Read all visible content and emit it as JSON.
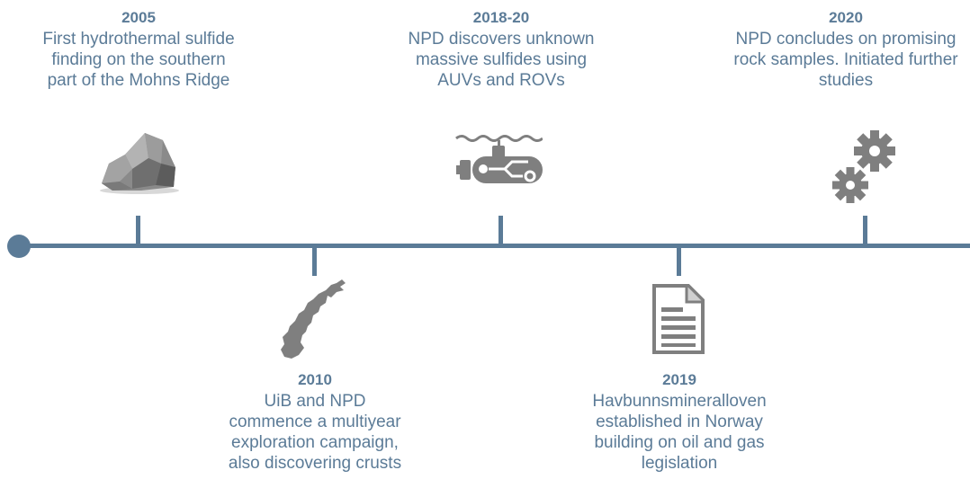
{
  "events": [
    {
      "year": "2005",
      "description": "First hydrothermal sulfide finding on the southern part of the Mohns Ridge",
      "icon": "rock-icon",
      "position": "above"
    },
    {
      "year": "2010",
      "description": "UiB and NPD commence a multiyear exploration campaign, also discovering crusts",
      "icon": "norway-map-icon",
      "position": "below"
    },
    {
      "year": "2018-20",
      "description": "NPD discovers unknown massive sulfides using AUVs and ROVs",
      "icon": "submarine-icon",
      "position": "above"
    },
    {
      "year": "2019",
      "description": "Havbunnsmineralloven established in Norway building on oil and gas legislation",
      "icon": "document-icon",
      "position": "below"
    },
    {
      "year": "2020",
      "description": "NPD concludes on promising rock samples. Initiated further studies",
      "icon": "gears-icon",
      "position": "above"
    }
  ],
  "colors": {
    "accent": "#5b7b97",
    "icon_gray": "#7f7f7f"
  }
}
